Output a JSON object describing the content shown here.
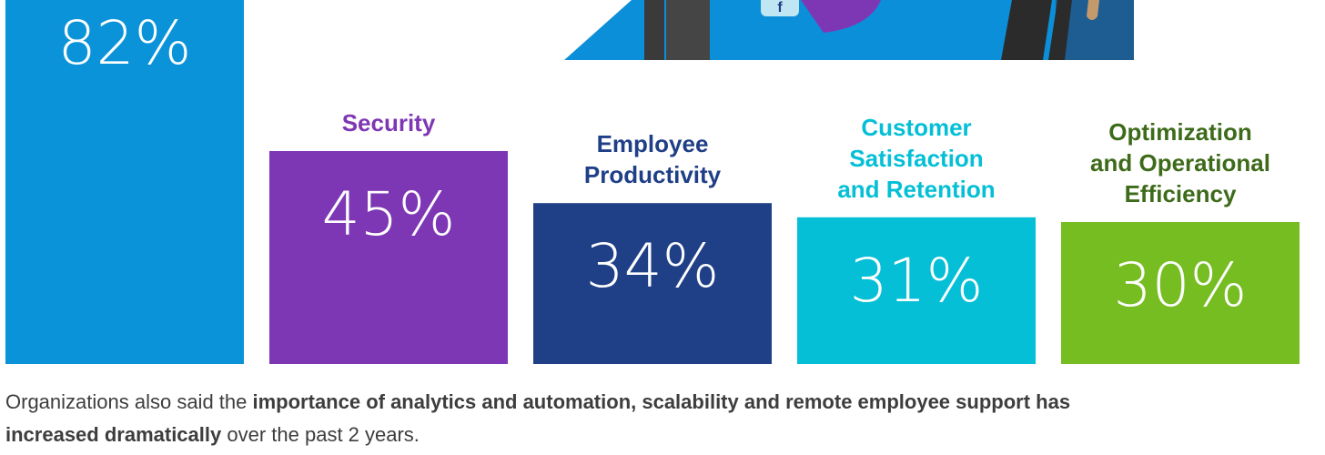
{
  "chart_data": {
    "type": "bar",
    "categories": [
      "",
      "Security",
      "Employee Productivity",
      "Customer Satisfaction and Retention",
      "Optimization and Operational Efficiency"
    ],
    "category_lines": [
      [],
      [
        "Security"
      ],
      [
        "Employee",
        "Productivity"
      ],
      [
        "Customer",
        "Satisfaction",
        "and Retention"
      ],
      [
        "Optimization",
        "and Operational",
        "Efficiency"
      ]
    ],
    "values": [
      82,
      45,
      34,
      31,
      30
    ],
    "value_labels": [
      "82%",
      "45%",
      "34%",
      "31%",
      "30%"
    ],
    "colors": [
      "#0b93da",
      "#7e37b4",
      "#1f3f87",
      "#04bfd6",
      "#75bd21"
    ],
    "label_colors": [
      "#0b93da",
      "#7e37b4",
      "#1f3f87",
      "#04bfd6",
      "#3d6b1a"
    ]
  },
  "footnote": {
    "prefix": "Organizations also said the ",
    "bold": "importance of analytics and automation, scalability and remote employee support has increased dramatically",
    "suffix": " over the past 2 years."
  },
  "illustration": {
    "background_color": "#0b8fd8",
    "badge_icon": "f-letter-badge-icon"
  }
}
